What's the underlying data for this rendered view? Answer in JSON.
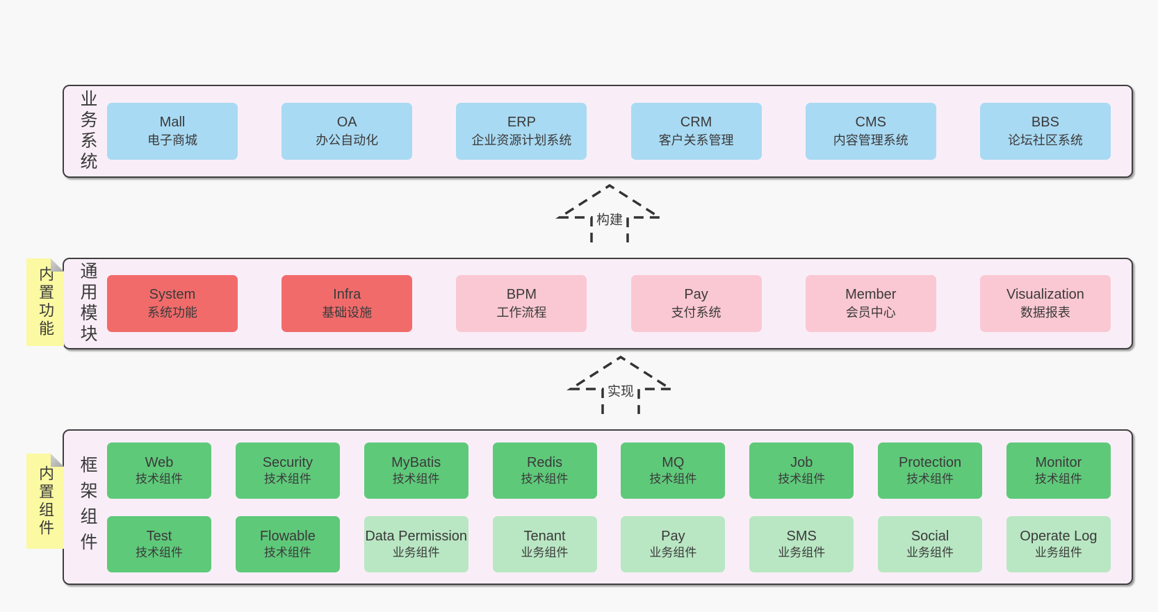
{
  "colors": {
    "page_bg": "#f8f8f8",
    "band_bg": "#f9eef7",
    "border": "#3f3f3f",
    "text": "#3a3a3a",
    "box_blue": "#a9daf3",
    "box_red": "#f16b6b",
    "box_pink": "#fac8d2",
    "box_green": "#5fc97a",
    "box_green_light": "#b9e7c3",
    "sticky_yellow": "#fbf9a1"
  },
  "arrows": [
    {
      "label": "构建"
    },
    {
      "label": "实现"
    }
  ],
  "bands": [
    {
      "label": "业务系统",
      "boxes": [
        {
          "name": "Mall",
          "desc": "电子商城"
        },
        {
          "name": "OA",
          "desc": "办公自动化"
        },
        {
          "name": "ERP",
          "desc": "企业资源计划系统"
        },
        {
          "name": "CRM",
          "desc": "客户关系管理"
        },
        {
          "name": "CMS",
          "desc": "内容管理系统"
        },
        {
          "name": "BBS",
          "desc": "论坛社区系统"
        }
      ]
    },
    {
      "label": "通用模块",
      "sticky": "内置功能",
      "boxes": [
        {
          "name": "System",
          "desc": "系统功能"
        },
        {
          "name": "Infra",
          "desc": "基础设施"
        },
        {
          "name": "BPM",
          "desc": "工作流程"
        },
        {
          "name": "Pay",
          "desc": "支付系统"
        },
        {
          "name": "Member",
          "desc": "会员中心"
        },
        {
          "name": "Visualization",
          "desc": "数据报表"
        }
      ]
    },
    {
      "label": "框架组件",
      "sticky": "内置组件",
      "rows": [
        [
          {
            "name": "Web",
            "desc": "技术组件"
          },
          {
            "name": "Security",
            "desc": "技术组件"
          },
          {
            "name": "MyBatis",
            "desc": "技术组件"
          },
          {
            "name": "Redis",
            "desc": "技术组件"
          },
          {
            "name": "MQ",
            "desc": "技术组件"
          },
          {
            "name": "Job",
            "desc": "技术组件"
          },
          {
            "name": "Protection",
            "desc": "技术组件"
          },
          {
            "name": "Monitor",
            "desc": "技术组件"
          }
        ],
        [
          {
            "name": "Test",
            "desc": "技术组件"
          },
          {
            "name": "Flowable",
            "desc": "技术组件"
          },
          {
            "name": "Data Permission",
            "desc": "业务组件"
          },
          {
            "name": "Tenant",
            "desc": "业务组件"
          },
          {
            "name": "Pay",
            "desc": "业务组件"
          },
          {
            "name": "SMS",
            "desc": "业务组件"
          },
          {
            "name": "Social",
            "desc": "业务组件"
          },
          {
            "name": "Operate Log",
            "desc": "业务组件"
          }
        ]
      ]
    }
  ]
}
